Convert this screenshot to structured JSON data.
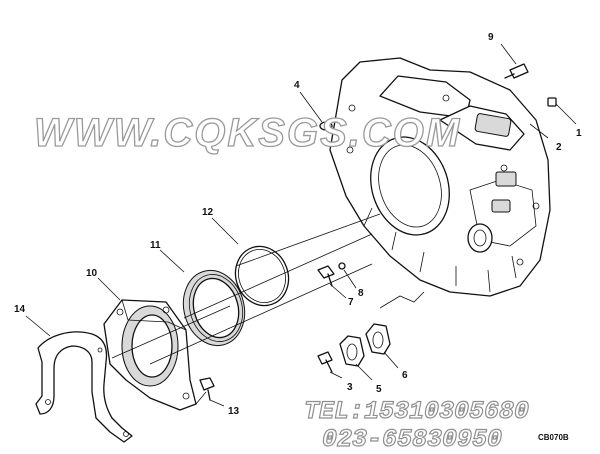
{
  "diagram": {
    "callouts": {
      "c1": "1",
      "c2": "2",
      "c3": "3",
      "c4": "4",
      "c5": "5",
      "c6": "6",
      "c7": "7",
      "c8": "8",
      "c9": "9",
      "c10": "10",
      "c11": "11",
      "c12": "12",
      "c13": "13",
      "c14": "14"
    },
    "stamp": "CB070B"
  },
  "watermark": {
    "url": "WWW.CQKSGS.COM",
    "tel": "TEL:15310305680",
    "phone2": "023-65830950"
  }
}
